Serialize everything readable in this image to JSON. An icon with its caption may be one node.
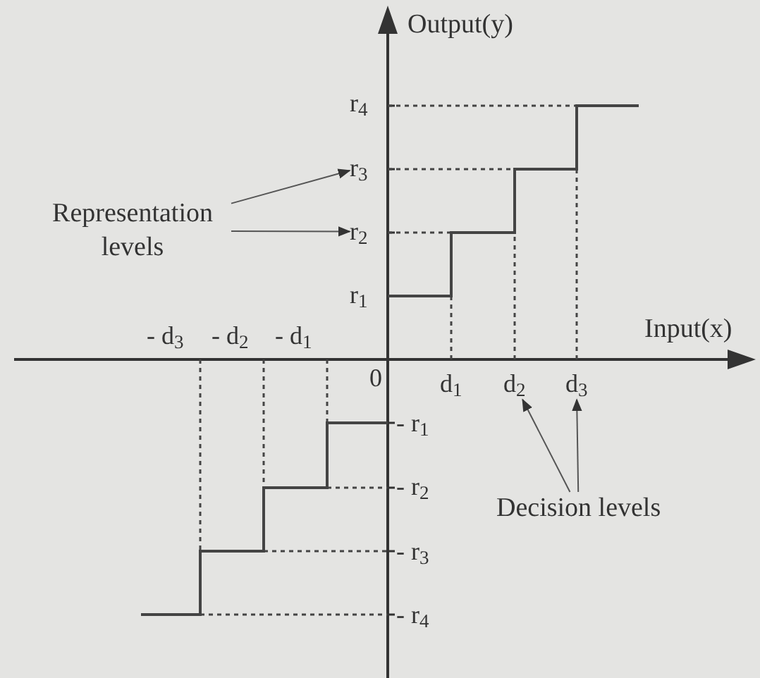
{
  "diagram": {
    "nodes": [
      {
        "text": [
          "Representation levels"
        ]
      },
      {
        "text": [
          "r$_{3}$"
        ]
      },
      {
        "text": [
          "r$_{2}$"
        ]
      },
      {
        "text": [
          "Decision levels"
        ]
      },
      {
        "text": [
          "d$_{2}$"
        ]
      },
      {
        "text": [
          "d$_{3}$"
        ]
      }
    ],
    "edges": [
      {
        "from": 0,
        "to": 1,
        "arrow": "to"
      },
      {
        "from": 0,
        "to": 2,
        "arrow": "to"
      },
      {
        "from": 3,
        "to": 4,
        "arrow": "to"
      },
      {
        "from": 3,
        "to": 5,
        "arrow": "to"
      }
    ],
    "labels": [
      "Output(y)",
      "r$_{4}$",
      "r$_{1}$",
      "- d$_{3}$",
      "- d$_{2}$",
      "- d$_{1}$",
      "Input(x)",
      "0",
      "d$_{1}$",
      "- r$_{1}$",
      "- r$_{2}$",
      "- r$_{3}$",
      "- r$_{4}$"
    ]
  }
}
